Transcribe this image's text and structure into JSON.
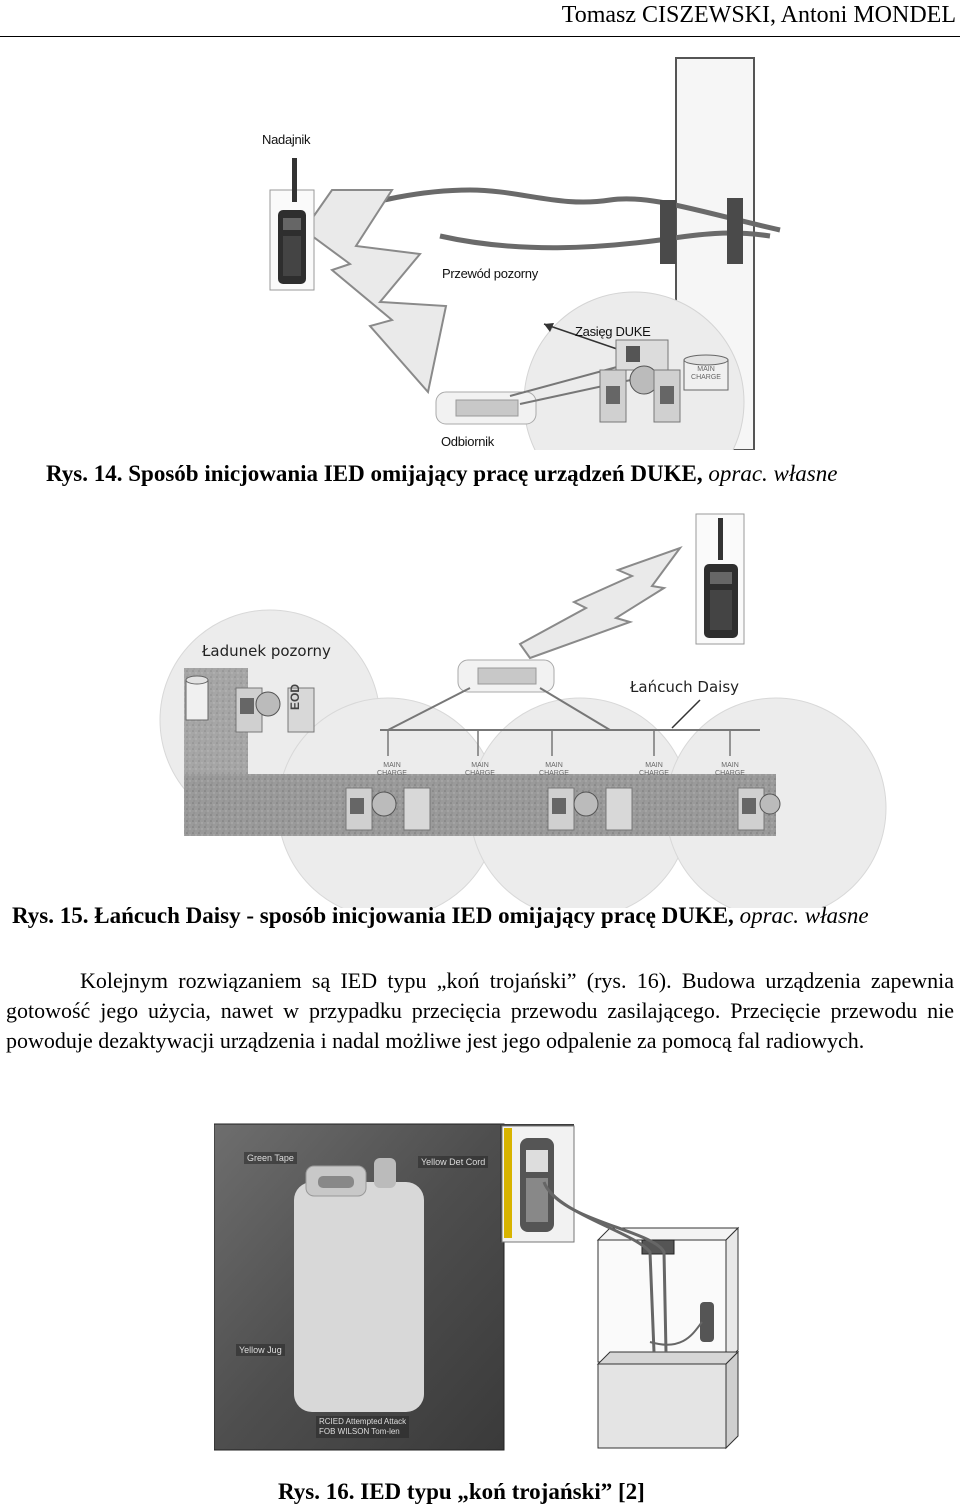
{
  "header": {
    "authors": "Tomasz CISZEWSKI, Antoni MONDEL"
  },
  "figure14": {
    "labels": {
      "transmitter": "Nadajnik",
      "dummy_wire": "Przewód pozorny",
      "duke_range": "Zasięg DUKE",
      "receiver": "Odbiornik",
      "charge_line1": "MAIN",
      "charge_line2": "CHARGE"
    },
    "caption": {
      "bold": "Rys. 14. Sposób inicjowania IED omijający pracę urządzeń DUKE,",
      "italic": " oprac. własne"
    }
  },
  "figure15": {
    "labels": {
      "dummy_charge": "Ładunek pozorny",
      "daisy_chain": "Łańcuch Daisy",
      "eod": "EOD",
      "charge_line1": "MAIN",
      "charge_line2": "CHARGE"
    },
    "caption": {
      "bold": "Rys. 15. Łańcuch Daisy - sposób inicjowania IED omijający pracę DUKE,",
      "italic": " oprac. własne"
    }
  },
  "paragraph": {
    "text": "Kolejnym rozwiązaniem są IED typu „koń trojański” (rys. 16). Budowa urządzenia zapewnia gotowość jego użycia, nawet w przypadku przecięcia przewodu zasilającego. Przecięcie przewodu nie powoduje dezaktywacji urządzenia i nadal możliwe jest jego odpalenie za pomocą fal radiowych."
  },
  "figure16": {
    "photo_labels": {
      "green_tape": "Green Tape",
      "yellow_det_cord": "Yellow Det Cord",
      "yellow_jug": "Yellow Jug",
      "rcied_line1": "RCIED Attempted Attack",
      "rcied_line2": "FOB WILSON Tom-len"
    },
    "caption": "Rys. 16. IED typu „koń trojański” [2]"
  },
  "colors": {
    "ground": "#9a9a9a",
    "circle": "#eeeeee",
    "wire": "#6e6e6e",
    "lightning": "#e8e8e8"
  }
}
